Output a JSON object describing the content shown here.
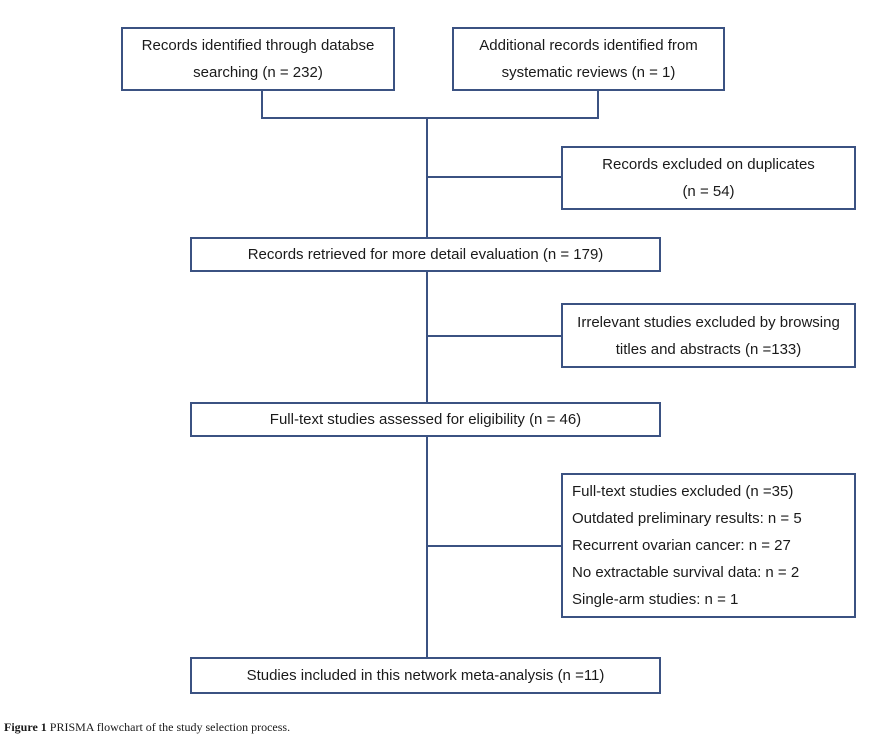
{
  "boxes": {
    "identified": {
      "lines": [
        "Records identified through databse",
        "searching (n = 232)"
      ]
    },
    "additional": {
      "lines": [
        "Additional records identified from",
        "systematic reviews (n = 1)"
      ]
    },
    "duplicates": {
      "lines": [
        "Records excluded on duplicates",
        "(n = 54)"
      ]
    },
    "retrieved": {
      "lines": [
        "Records retrieved for more detail evaluation (n = 179)"
      ]
    },
    "irrelevant": {
      "lines": [
        "Irrelevant studies excluded by browsing",
        "titles and abstracts (n =133)"
      ]
    },
    "fulltext": {
      "lines": [
        "Full-text studies assessed for eligibility (n = 46)"
      ]
    },
    "excluded": {
      "lines": [
        "Full-text studies excluded (n =35)",
        "Outdated preliminary results: n = 5",
        "Recurrent ovarian cancer: n = 27",
        "No extractable survival data: n = 2",
        "Single-arm studies: n = 1"
      ]
    },
    "included": {
      "lines": [
        "Studies included in this network meta-analysis (n =11)"
      ]
    }
  },
  "caption": {
    "label": "Figure 1",
    "text": "PRISMA flowchart of the study selection process."
  },
  "colors": {
    "border": "#3b5282",
    "connector": "#3b5282"
  }
}
